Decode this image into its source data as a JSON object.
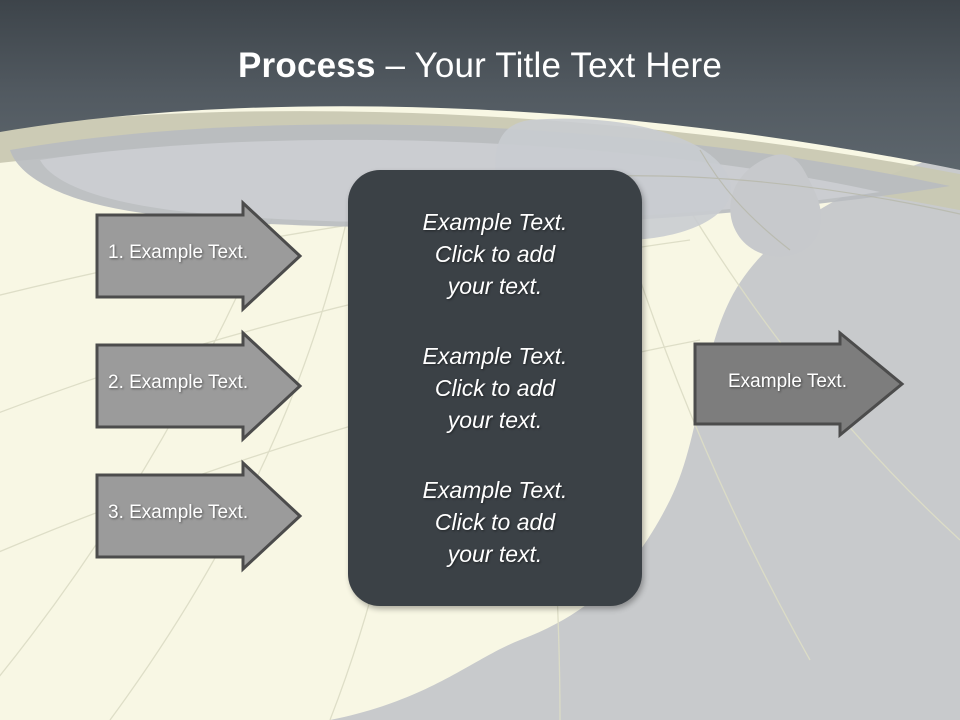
{
  "slide": {
    "title": {
      "bold_part": "Process",
      "rest": " – Your Title Text Here",
      "full": "Process – Your Title Text Here"
    },
    "theme": {
      "header_dark": "#555d64",
      "header_dark_top": "#3f464c",
      "body_cream": "#f8f7e4",
      "accent_gray": "#c6c8ca",
      "accent_khaki": "#c9c8b2",
      "panel_dark": "#3b4146",
      "arrow_light_fill": "#9b9b9b",
      "arrow_dark_fill": "#7d7d7d",
      "arrow_border": "#4c4c4c",
      "text_white": "#ffffff"
    }
  },
  "input_arrows": [
    {
      "label": "1. Example Text."
    },
    {
      "label": "2. Example Text."
    },
    {
      "label": "3. Example Text."
    }
  ],
  "center_panel": {
    "blocks": [
      {
        "text": "Example Text.\nClick  to add\nyour text."
      },
      {
        "text": "Example Text.\nClick  to add\nyour text."
      },
      {
        "text": "Example Text.\nClick  to add\nyour text."
      }
    ]
  },
  "output_arrow": {
    "label": "Example Text."
  }
}
